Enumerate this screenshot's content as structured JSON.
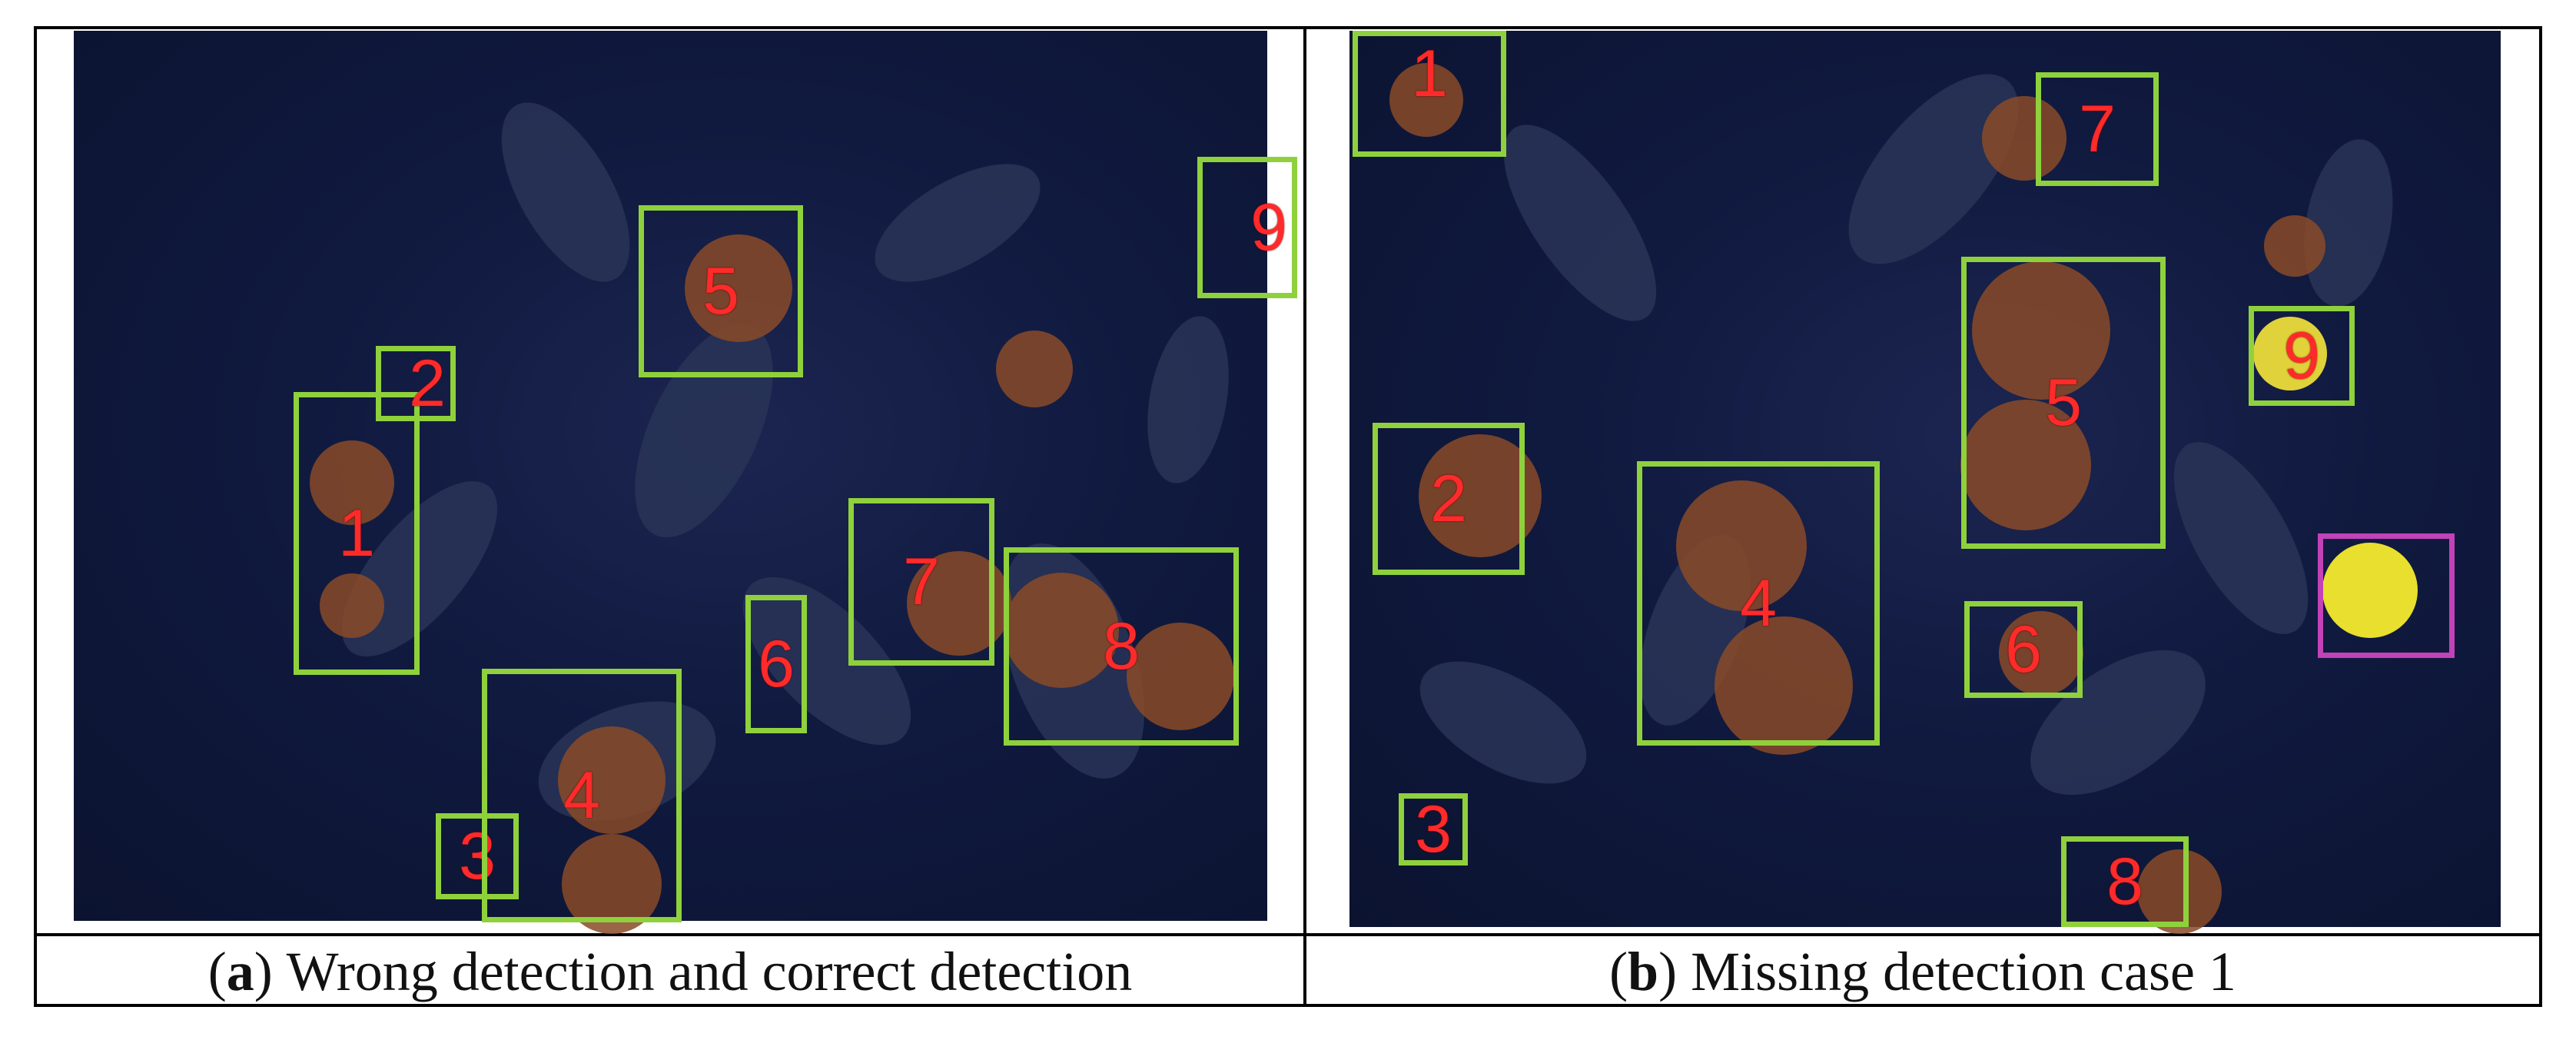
{
  "panel_a": {
    "caption_letter": "a",
    "caption_text": "Wrong detection and correct detection",
    "boxes": [
      {
        "label": "1"
      },
      {
        "label": "2"
      },
      {
        "label": "3"
      },
      {
        "label": "4"
      },
      {
        "label": "5"
      },
      {
        "label": "6"
      },
      {
        "label": "7"
      },
      {
        "label": "8"
      },
      {
        "label": "9"
      }
    ]
  },
  "panel_b": {
    "caption_letter": "b",
    "caption_text": "Missing detection case 1",
    "boxes": [
      {
        "label": "1"
      },
      {
        "label": "2"
      },
      {
        "label": "3"
      },
      {
        "label": "4"
      },
      {
        "label": "5"
      },
      {
        "label": "6"
      },
      {
        "label": "7"
      },
      {
        "label": "8"
      },
      {
        "label": "9"
      },
      {
        "label": ""
      }
    ]
  },
  "colors": {
    "detection_box": "#8fd13c",
    "missed_box": "#c242b8",
    "label_text": "#ff2a2a",
    "background": "#101a3f"
  },
  "scene": "oranges among dark leaves on a blue background with detection boxes"
}
